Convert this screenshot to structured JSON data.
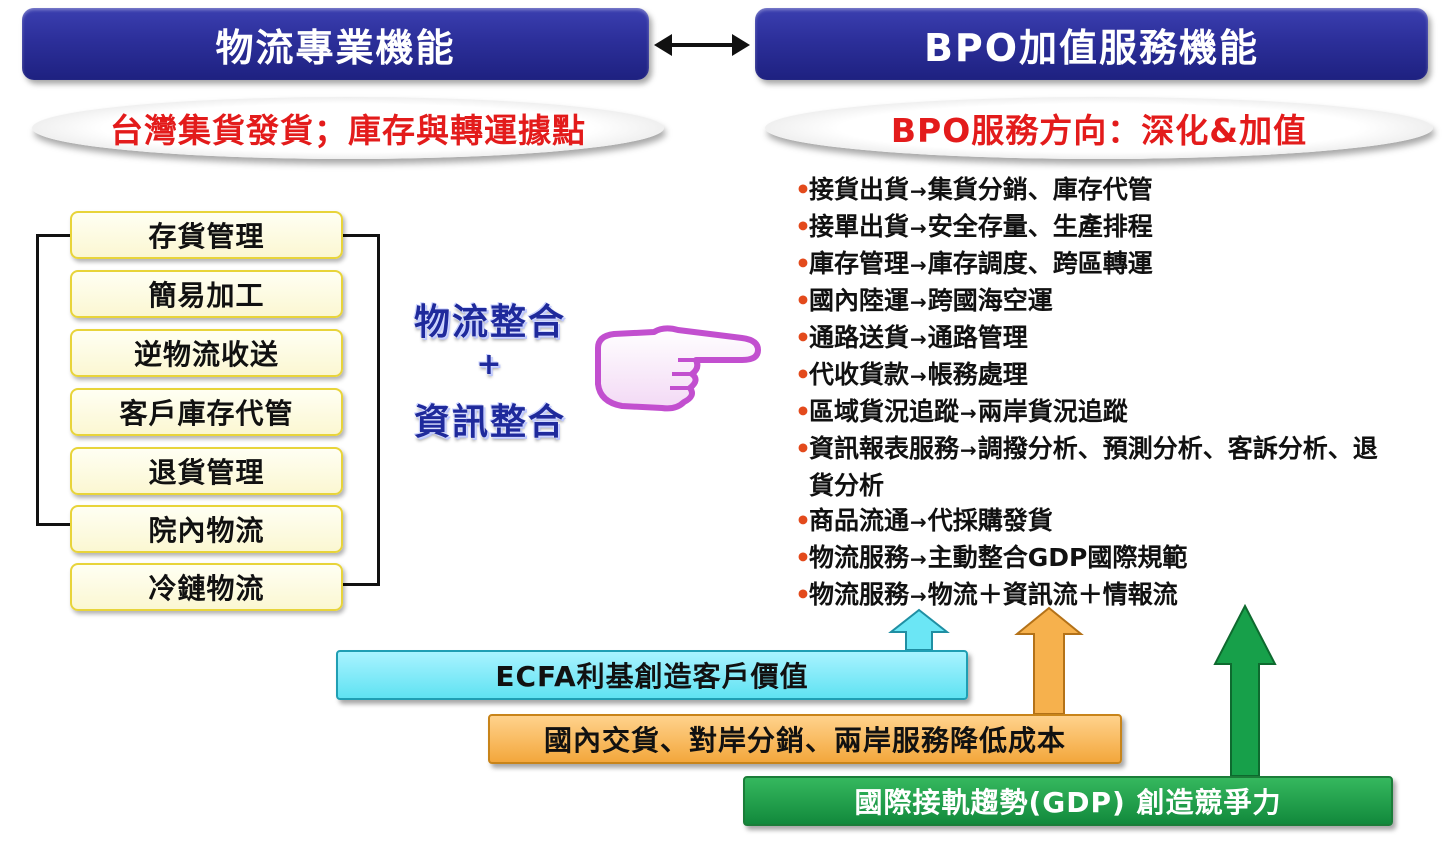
{
  "headers": {
    "left": "物流專業機能",
    "right": "BPO加值服務機能"
  },
  "subtitles": {
    "left": "台灣集貨發貨；庫存與轉運據點",
    "right": "BPO服務方向：深化&加值"
  },
  "functions": [
    "存貨管理",
    "簡易加工",
    "逆物流收送",
    "客戶庫存代管",
    "退貨管理",
    "院內物流",
    "冷鏈物流"
  ],
  "integration": {
    "line1": "物流整合",
    "plus": "+",
    "line2": "資訊整合"
  },
  "services": [
    {
      "from": "接貨出貨",
      "to": "集貨分銷、庫存代管"
    },
    {
      "from": "接單出貨",
      "to": "安全存量、生產排程"
    },
    {
      "from": "庫存管理",
      "to": "庫存調度、跨區轉運"
    },
    {
      "from": "國內陸運",
      "to": "跨國海空運"
    },
    {
      "from": "通路送貨",
      "to": "通路管理"
    },
    {
      "from": "代收貨款",
      "to": "帳務處理"
    },
    {
      "from": "區域貨況追蹤",
      "to": "兩岸貨況追蹤"
    },
    {
      "from": "資訊報表服務",
      "to": "調撥分析、預測分析、客訴分析、退貨分析"
    },
    {
      "from": "商品流通",
      "to": "代採購發貨"
    },
    {
      "from": "物流服務",
      "to": "主動整合GDP國際規範"
    },
    {
      "from": "物流服務",
      "to": "物流＋資訊流＋情報流"
    }
  ],
  "bars": {
    "ecfa": "ECFA利基創造客戶價值",
    "domestic": "國內交貨、對岸分銷、兩岸服務降低成本",
    "gdp": "國際接軌趨勢(GDP) 創造競爭力"
  },
  "colors": {
    "header": "#2c2f9a",
    "subtitle_text": "#e31b1b",
    "function_box": "#fbf7d2",
    "integration_text": "#1f2a9c",
    "bullet": "#e34a1c",
    "ecfa": "#5fe2f2",
    "domestic": "#f3a73c",
    "gdp": "#12893c",
    "hand": "#d46ad8"
  },
  "icons": {
    "double_arrow": "double-arrow-icon",
    "pointing_hand": "pointing-hand-icon",
    "arrows_up": [
      "cyan-up-arrow-icon",
      "orange-up-arrow-icon",
      "green-up-arrow-icon"
    ]
  }
}
